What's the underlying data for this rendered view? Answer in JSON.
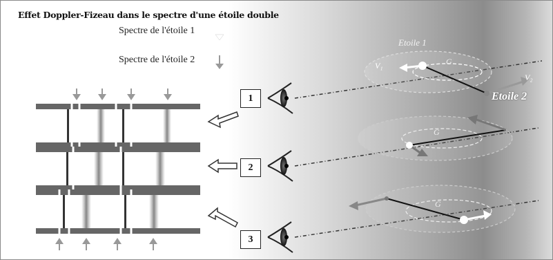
{
  "title": "Effet Doppler-Fizeau dans le spectre d'une étoile double",
  "legend": {
    "star1": "Spectre de l'étoile 1",
    "star2": "Spectre de l'étoile 2"
  },
  "observers": [
    {
      "number": "1"
    },
    {
      "number": "2"
    },
    {
      "number": "3"
    }
  ],
  "orbit_labels": {
    "star1": "Etoile 1",
    "star2": "Etoile 2",
    "velocity1": "V₁",
    "velocity2": "V₂",
    "center": "G"
  }
}
